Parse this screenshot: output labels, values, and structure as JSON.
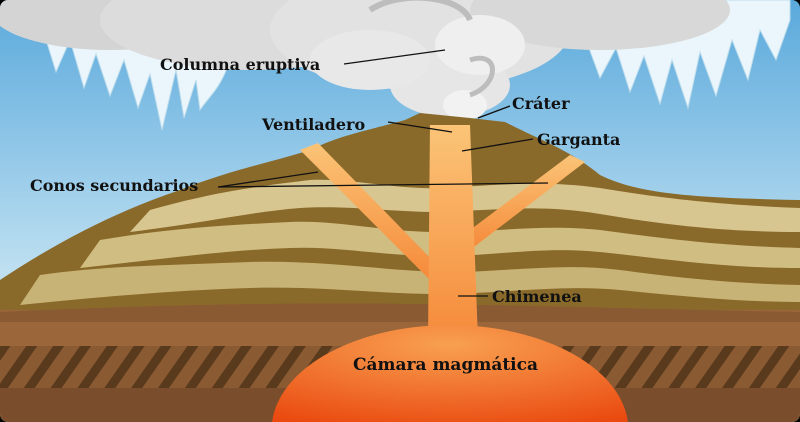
{
  "diagram": {
    "labels": {
      "eruption_column": "Columna eruptiva",
      "crater": "Cráter",
      "vent": "Ventiladero",
      "throat": "Garganta",
      "secondary_cones": "Conos secundarios",
      "conduit": "Chimenea",
      "magma_chamber": "Cámara magmática"
    },
    "colors": {
      "sky_top": "#5aa9dc",
      "sky_bottom": "#d8ecf6",
      "cloud": "#e9e9e9",
      "cloud_shadow": "#c9c9c9",
      "ice": "#eaf6fb",
      "rock_dark": "#8a6a2a",
      "rock_light": "#d8c690",
      "rock_mid": "#b79b55",
      "ground_brown": "#8a5a33",
      "ground_hatch": "#5a3a1c",
      "magma_light": "#f8a050",
      "magma_dark": "#ee5a14"
    }
  }
}
